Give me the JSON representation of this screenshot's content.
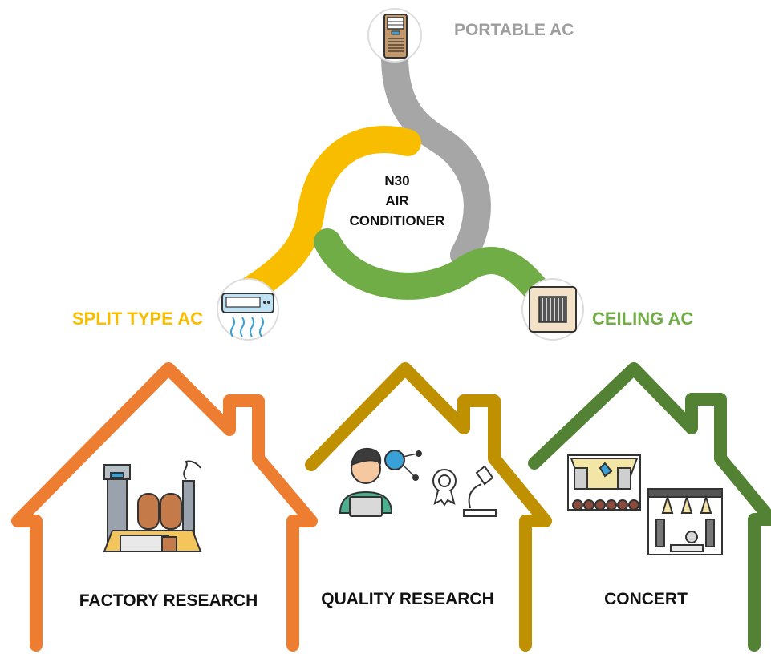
{
  "center": {
    "line1": "N30",
    "line2": "AIR",
    "line3": "CONDITIONER"
  },
  "types": [
    {
      "label": "PORTABLE AC",
      "color": "#9e9e9e",
      "icon": "portable-ac-icon"
    },
    {
      "label": "SPLIT TYPE AC",
      "color": "#f9bd00",
      "icon": "split-ac-icon"
    },
    {
      "label": "CEILING AC",
      "color": "#70ad47",
      "icon": "ceiling-ac-icon"
    }
  ],
  "houses": [
    {
      "label": "FACTORY RESEARCH",
      "color": "#ed7d31",
      "icon": "factory-icon"
    },
    {
      "label": "QUALITY RESEARCH",
      "color": "#bf9000",
      "icon": "researcher-icon"
    },
    {
      "label": "CONCERT",
      "color": "#548235",
      "icon": "concert-stage-icon"
    }
  ]
}
